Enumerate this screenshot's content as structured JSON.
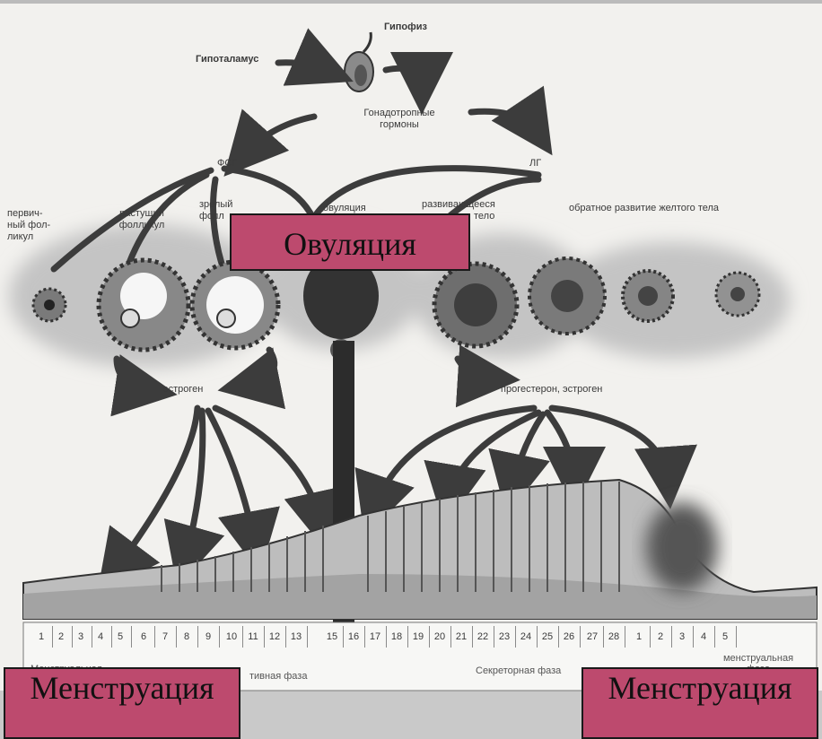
{
  "labels": {
    "pituitary": "Гипофиз",
    "hypothalamus": "Гипоталамус",
    "gonadotropins_line1": "Гонадотропные",
    "gonadotropins_line2": "гормоны",
    "fsh": "ФСГ",
    "lh": "ЛГ",
    "primary_follicle_line1": "первич-",
    "primary_follicle_line2": "ный фол-",
    "primary_follicle_line3": "ликул",
    "growing_follicle_line1": "растущий",
    "growing_follicle_line2": "фолликул",
    "mature_follicle_line1": "зрелый",
    "mature_follicle_line2": "фолл",
    "ovulation_small": "овуляция",
    "developing_cl_line1": "развивающееся",
    "developing_cl_line2": "тело",
    "regression": "обратное развитие желтого тела",
    "estrogen": "эстроген",
    "progesterone_estrogen": "прогестерон, эстроген"
  },
  "days": [
    "1",
    "2",
    "3",
    "4",
    "5",
    "6",
    "7",
    "8",
    "9",
    "10",
    "11",
    "12",
    "13",
    "15",
    "16",
    "17",
    "18",
    "19",
    "20",
    "21",
    "22",
    "23",
    "24",
    "25",
    "26",
    "27",
    "28",
    "1",
    "2",
    "3",
    "4",
    "5"
  ],
  "phases": {
    "menstrual_left_line1": "Менструальная",
    "proliferative": "тивная фаза",
    "secretory": "Секреторная фаза",
    "menstrual_right_line1": "менструальная",
    "menstrual_right_line2": "фаза"
  },
  "callouts": {
    "ovulation": "Овуляция",
    "menstruation_left": "Менструация",
    "menstruation_right": "Менструация"
  },
  "colors": {
    "callout_fill": "#bd4a6e",
    "background": "#c9c9c9"
  }
}
